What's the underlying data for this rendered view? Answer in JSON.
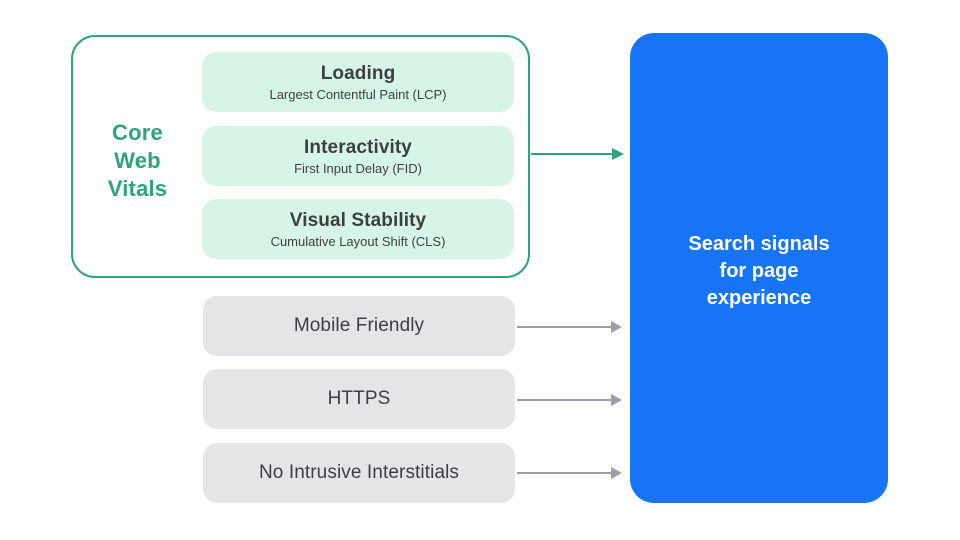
{
  "colors": {
    "green": "#2ea47b",
    "green_fill": "#d7f5e7",
    "gray_fill": "#e5e5e7",
    "blue": "#1774f5",
    "text_dark": "#3c4043",
    "arrow_gray": "#9aa0a6",
    "background": "#ffffff"
  },
  "core_web_vitals": {
    "label_lines": [
      "Core",
      "Web",
      "Vitals"
    ],
    "items": [
      {
        "title": "Loading",
        "subtitle": "Largest Contentful Paint (LCP)"
      },
      {
        "title": "Interactivity",
        "subtitle": "First Input Delay (FID)"
      },
      {
        "title": "Visual Stability",
        "subtitle": "Cumulative Layout Shift (CLS)"
      }
    ]
  },
  "other_signals": [
    {
      "label": "Mobile Friendly"
    },
    {
      "label": "HTTPS"
    },
    {
      "label": "No Intrusive Interstitials"
    }
  ],
  "result_box": {
    "lines": [
      "Search signals",
      "for page",
      "experience"
    ]
  }
}
